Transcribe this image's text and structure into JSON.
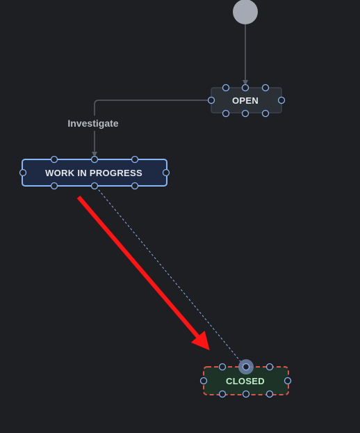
{
  "diagram": {
    "nodes": {
      "open": {
        "label": "OPEN"
      },
      "work_in_progress": {
        "label": "WORK IN PROGRESS"
      },
      "closed": {
        "label": "CLOSED"
      }
    },
    "edges": {
      "investigate": {
        "label": "Investigate"
      }
    }
  },
  "colors": {
    "background": "#1e1f23",
    "start_node": "#a4a9b3",
    "edge": "#5b5f68",
    "open_fill": "#2b2f36",
    "open_stroke": "#3d424b",
    "wip_fill": "#1e2a44",
    "wip_stroke": "#8ab4f8",
    "closed_fill": "#1d3327",
    "closed_stroke": "#e0534a",
    "closed_text": "#bff0c9",
    "text": "#e6e8eb",
    "label_text": "#b9bcc3",
    "handle": "#8ab4f8",
    "pending_edge": "#8ab4f8",
    "arrow_annotation": "#ff1414"
  }
}
